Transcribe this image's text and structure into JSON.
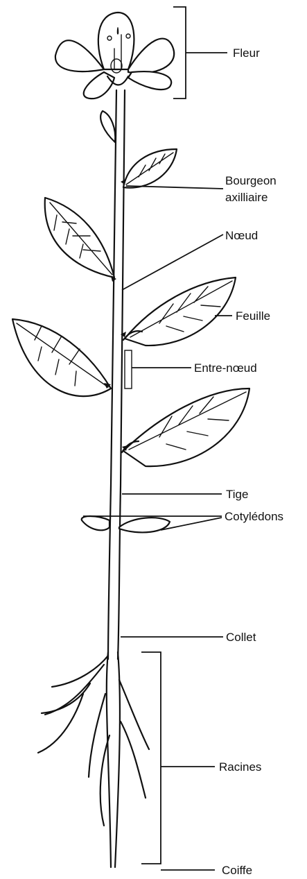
{
  "labels": {
    "fleur": "Fleur",
    "bourgeon_1": "Bourgeon",
    "bourgeon_2": "axilliaire",
    "noeud": "Nœud",
    "feuille": "Feuille",
    "entre_noeud": "Entre-nœud",
    "tige": "Tige",
    "cotyledons": "Cotylédons",
    "collet": "Collet",
    "racines": "Racines",
    "coiffe": "Coiffe"
  }
}
